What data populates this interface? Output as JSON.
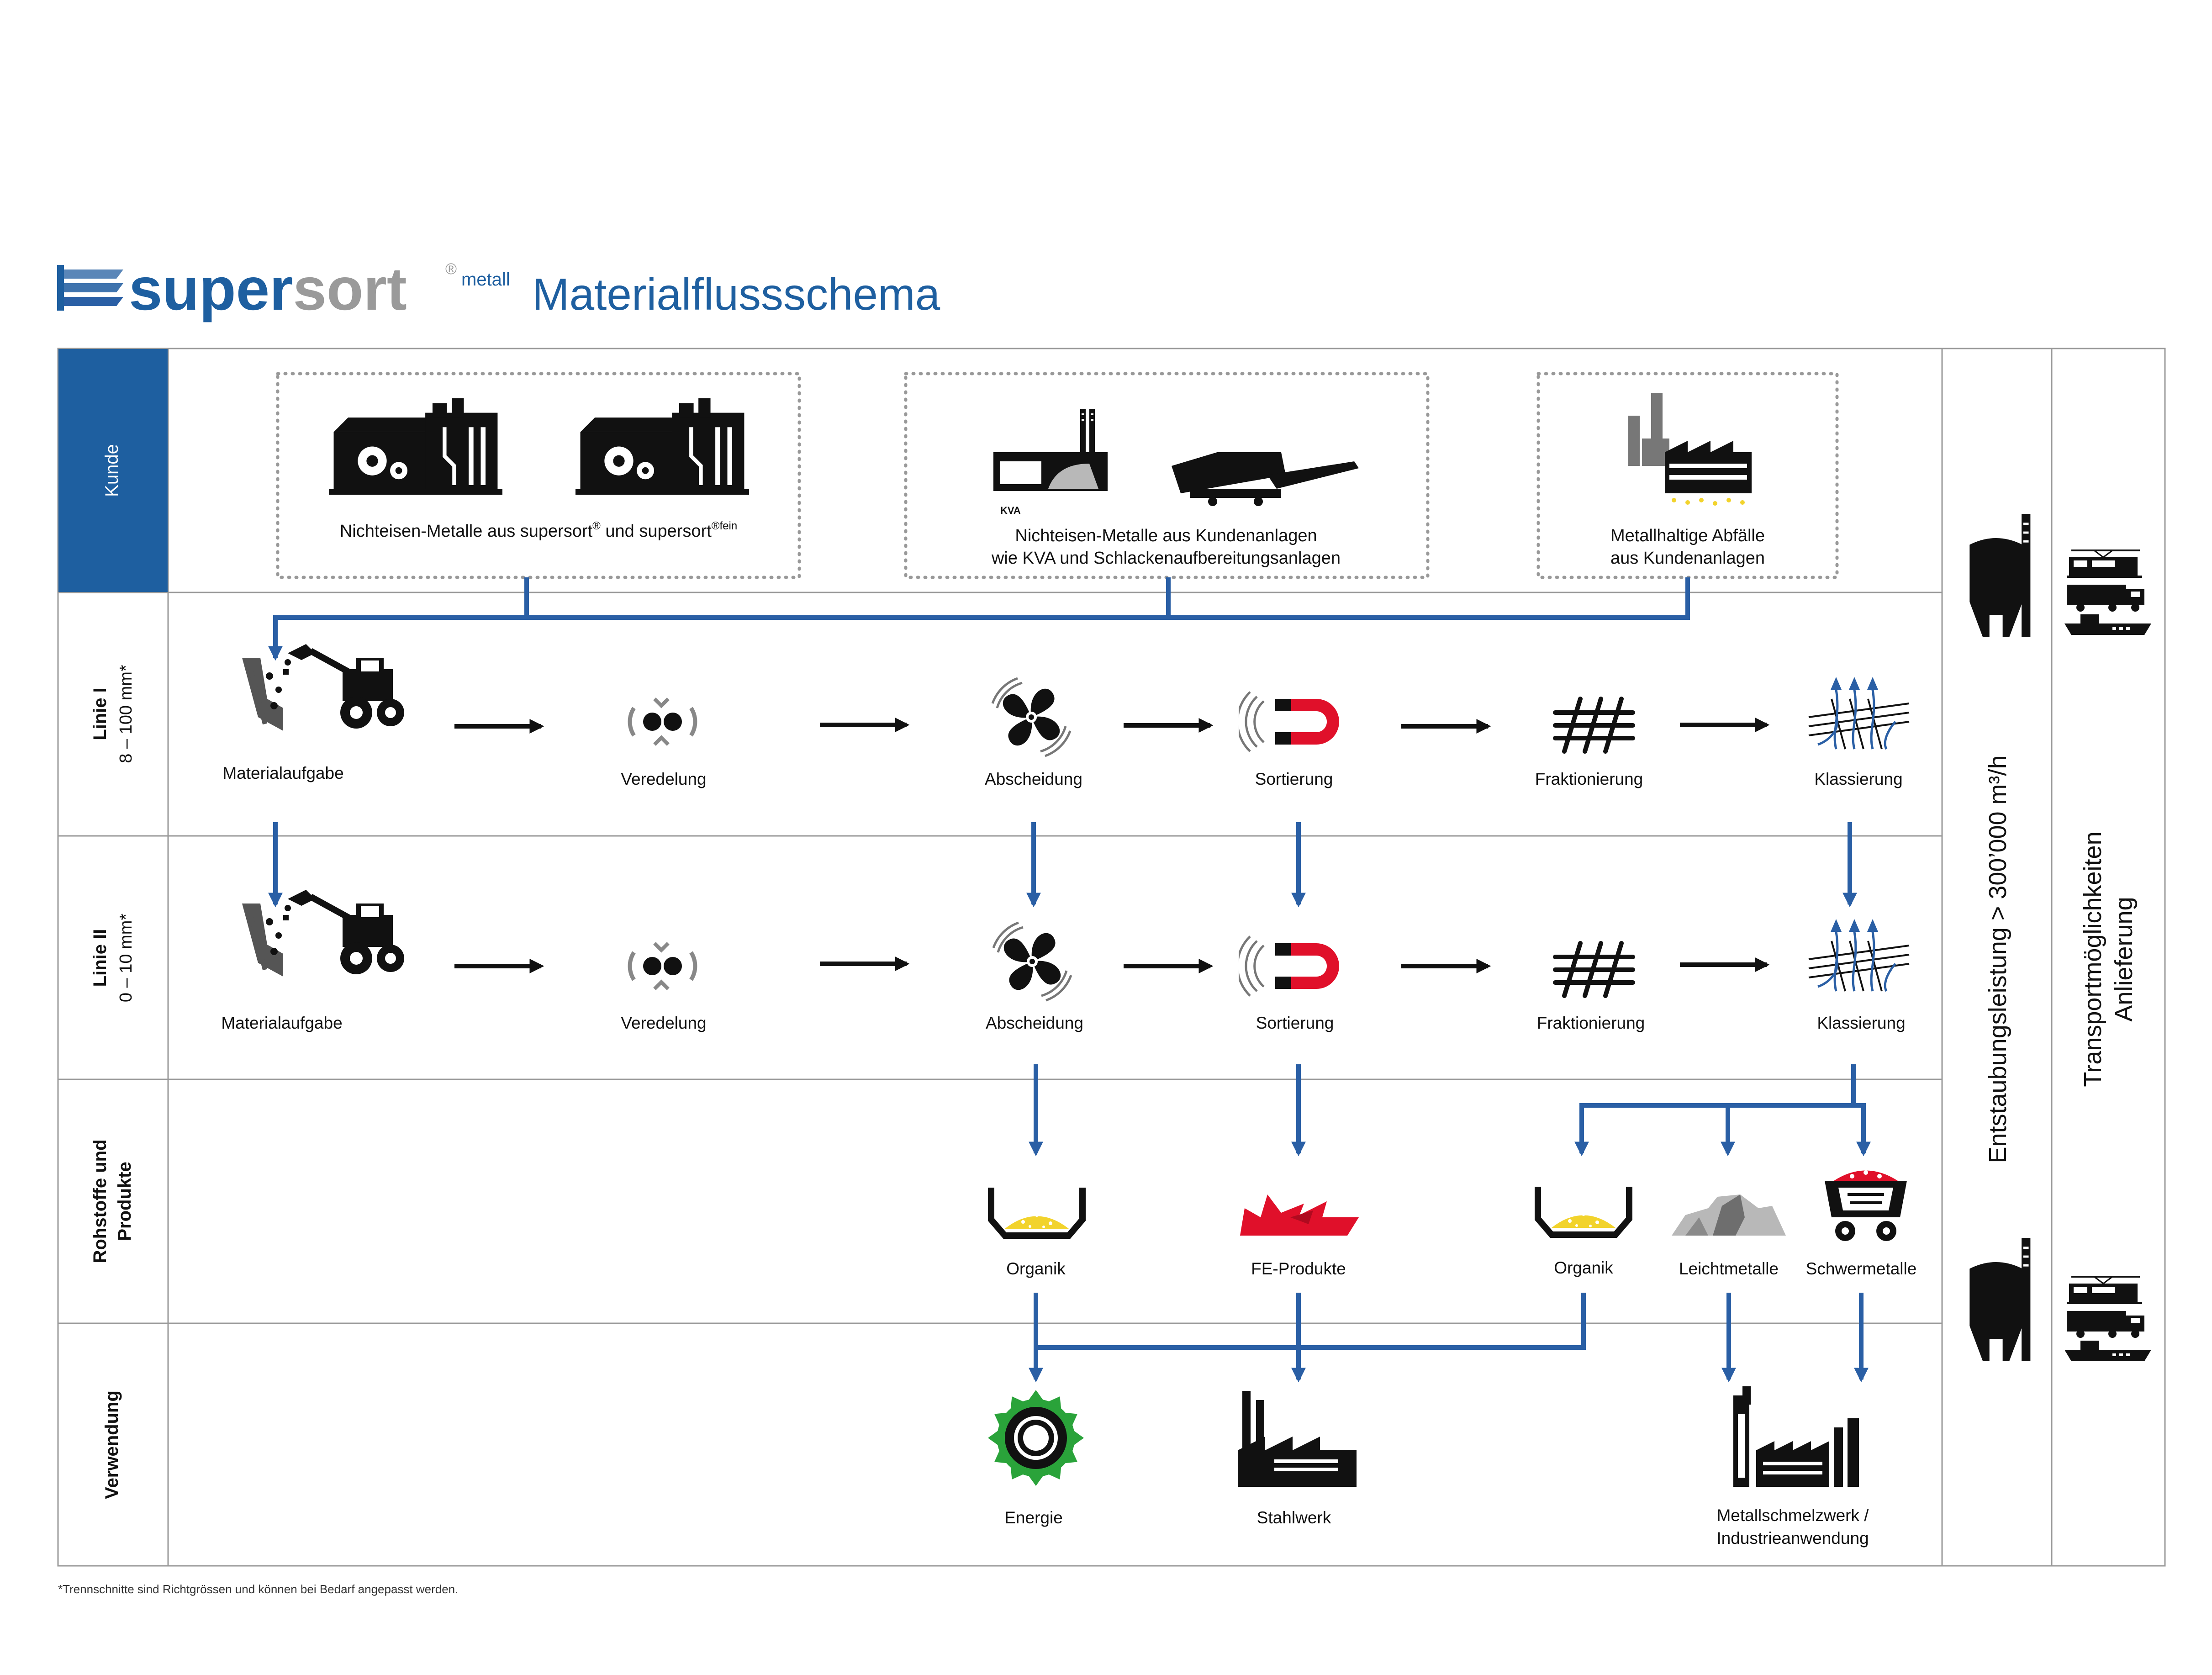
{
  "header": {
    "brand_super": "super",
    "brand_sort": "sort",
    "brand_reg": "®",
    "brand_metall": "metall",
    "title": "Materialflussschema"
  },
  "rows": {
    "kunde": "Kunde",
    "linie1_title": "Linie I",
    "linie1_range": "8 – 100 mm*",
    "linie2_title": "Linie II",
    "linie2_range": "0 – 10 mm*",
    "rohstoffe_line1": "Rohstoffe und",
    "rohstoffe_line2": "Produkte",
    "verwendung": "Verwendung"
  },
  "kunde": {
    "box1_label_a": "Nichteisen-Metalle aus supersort",
    "box1_reg1": "®",
    "box1_label_b": " und supersort",
    "box1_sup2": "®fein",
    "box2_line1": "Nichteisen-Metalle aus Kundenanlagen",
    "box2_line2": "wie KVA und Schlackenaufbereitungsanlagen",
    "kva_tag": "KVA",
    "box3_line1": "Metallhaltige Abfälle",
    "box3_line2": "aus Kundenanlagen"
  },
  "linie1": {
    "steps": [
      "Materialaufgabe",
      "Veredelung",
      "Abscheidung",
      "Sortierung",
      "Fraktionierung",
      "Klassierung"
    ]
  },
  "linie2": {
    "steps": [
      "Materialaufgabe",
      "Veredelung",
      "Abscheidung",
      "Sortierung",
      "Fraktionierung",
      "Klassierung"
    ]
  },
  "products": [
    "Organik",
    "FE-Produkte",
    "Organik",
    "Leichtmetalle",
    "Schwermetalle"
  ],
  "usage": {
    "energie": "Energie",
    "stahlwerk": "Stahlwerk",
    "schmelz_line1": "Metallschmelzwerk /",
    "schmelz_line2": "Industrieanwendung"
  },
  "side": {
    "entstaubung": "Entstaubungsleistung  > 300’000 m³/h",
    "transport_line1": "Transportmöglichkeiten",
    "transport_line2": "Anlieferung"
  },
  "footnote": "*Trennschnitte sind Richtgrössen und können bei Bedarf angepasst werden.",
  "colors": {
    "brand_blue": "#1e5fa0",
    "arrow_blue": "#2a5fa5",
    "header_cell": "#1e5fa0",
    "magnet_red": "#e0102a",
    "gold": "#f2d32c",
    "green": "#2aa33a",
    "grey": "#b8b8b8"
  }
}
